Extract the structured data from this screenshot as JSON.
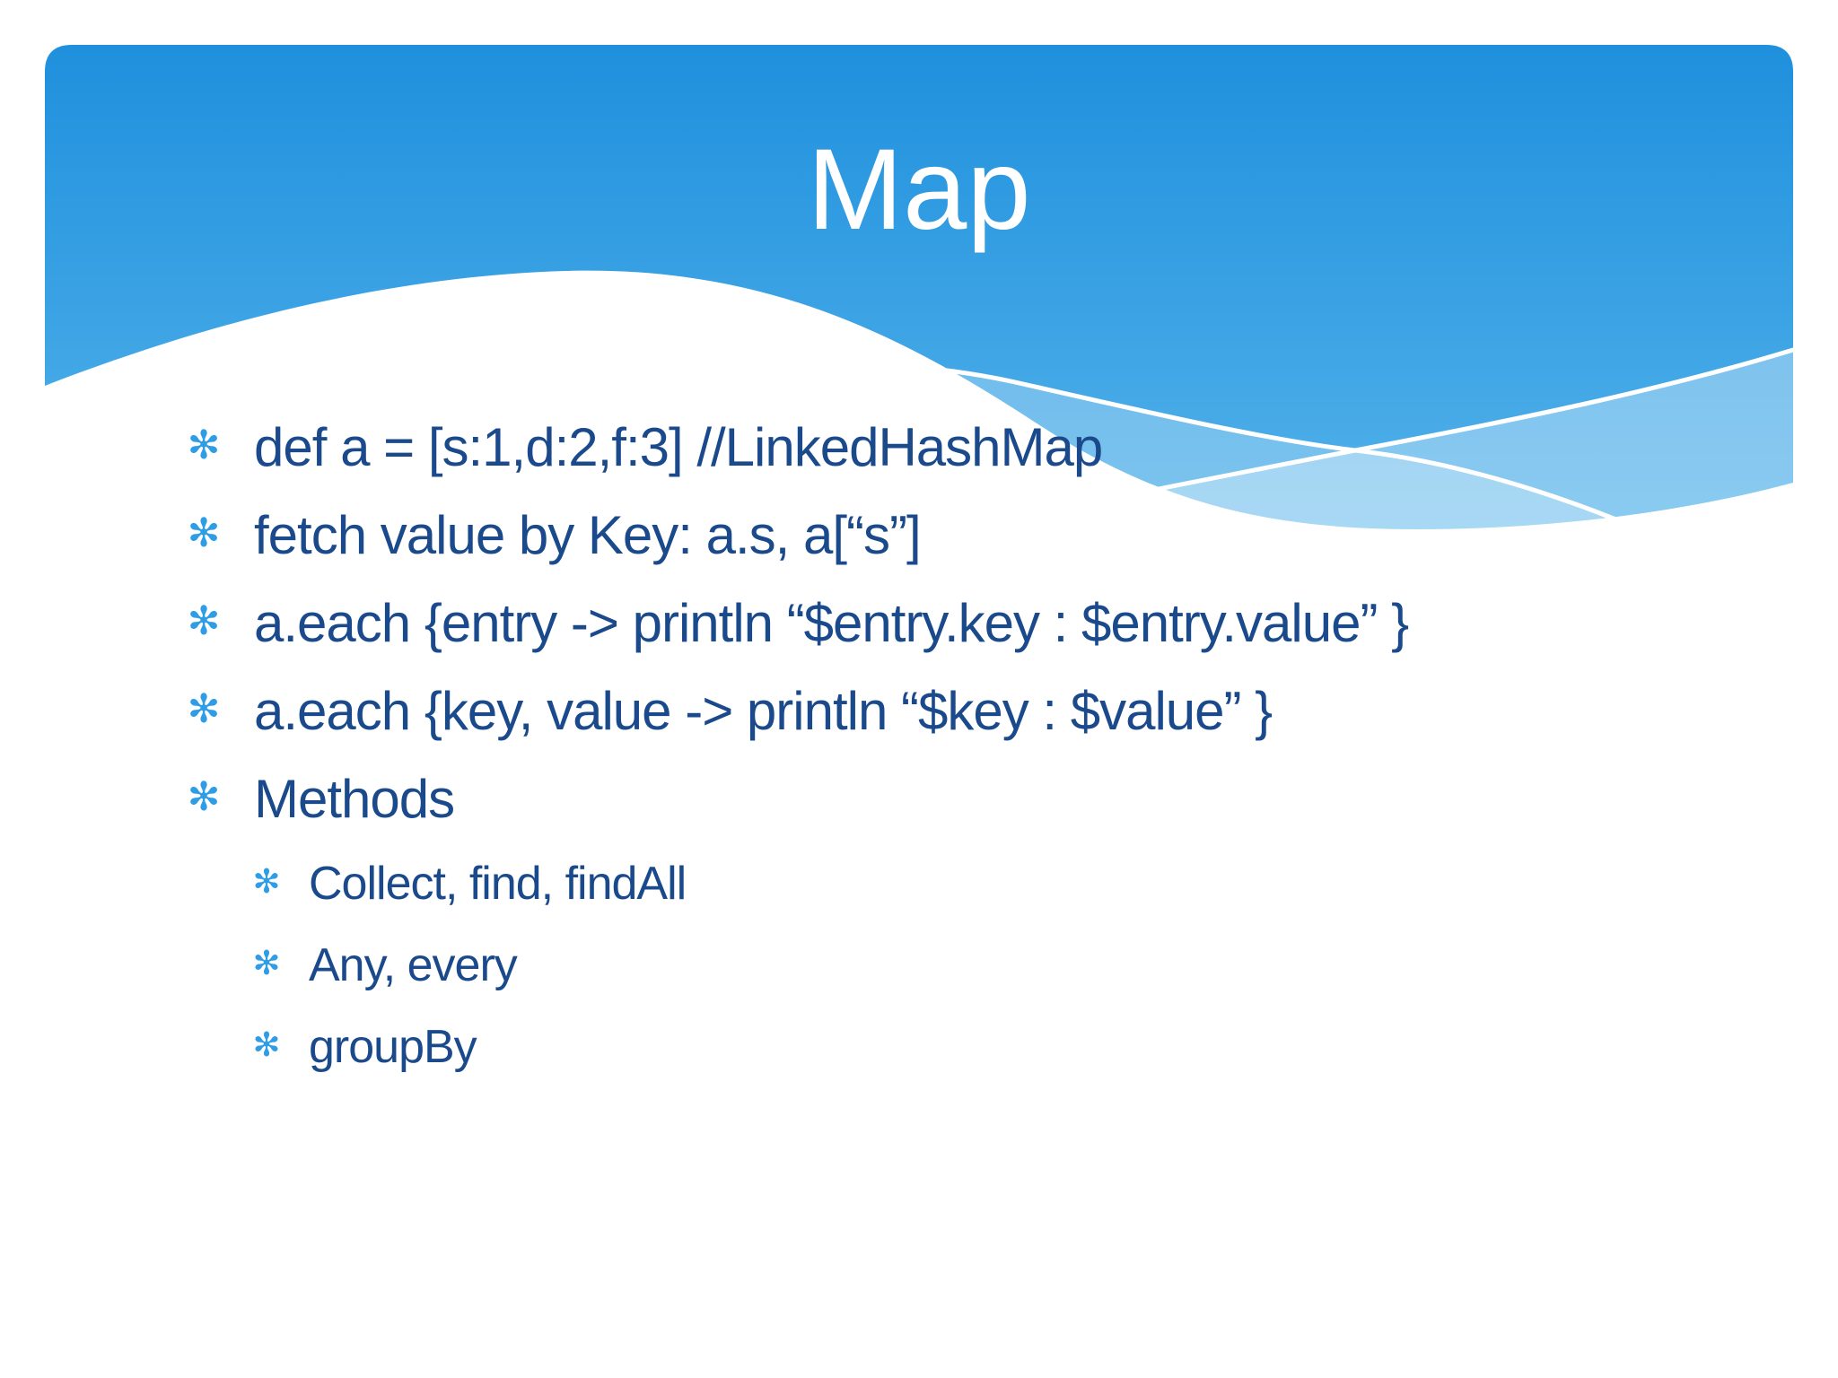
{
  "slide": {
    "title": "Map",
    "bullet_glyph": "✻",
    "bullets": [
      {
        "level": 1,
        "text": "def a = [s:1,d:2,f:3] //LinkedHashMap"
      },
      {
        "level": 1,
        "text": "fetch value by Key: a.s, a[“s”]"
      },
      {
        "level": 1,
        "text": "a.each {entry -> println “$entry.key : $entry.value” }"
      },
      {
        "level": 1,
        "text": "a.each {key, value -> println “$key : $value” }"
      },
      {
        "level": 1,
        "text": "Methods"
      },
      {
        "level": 2,
        "text": "Collect, find, findAll"
      },
      {
        "level": 2,
        "text": "Any, every"
      },
      {
        "level": 2,
        "text": "groupBy"
      }
    ],
    "colors": {
      "page-bg": "#ffffff",
      "sky-top": "#1f90dd",
      "sky-bottom": "#5ab7ec",
      "wave-white": "#ffffff",
      "title-text": "#ffffff",
      "body-text": "#1b4a8c",
      "bullet-marker": "#2f9de5"
    }
  }
}
